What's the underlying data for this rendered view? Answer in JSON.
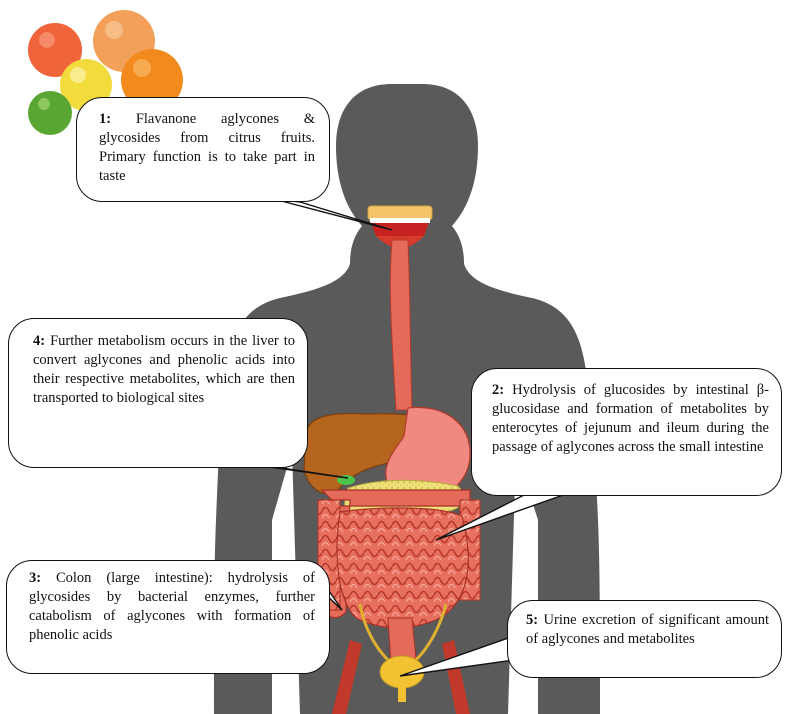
{
  "callouts": {
    "c1": {
      "num": "1:",
      "text": "Flavanone aglycones & glycosides from citrus fruits. Primary function is to take part in taste"
    },
    "c2": {
      "num": "2:",
      "text": "Hydrolysis of glucosides by intestinal β-glucosidase and formation of metabolites by enterocytes of jejunum and ileum during the passage of aglycones across the small intestine"
    },
    "c3": {
      "num": "3:",
      "text": "Colon (large intestine): hydrolysis of glycosides by bacterial enzymes, further catabolism of aglycones with formation of phenolic acids"
    },
    "c4": {
      "num": "4:",
      "text": "Further metabolism occurs in the liver to convert aglycones and phenolic acids into their respective metabolites, which are then transported to biological sites"
    },
    "c5": {
      "num": "5:",
      "text": "Urine excretion of significant amount of aglycones and metabolites"
    }
  },
  "colors": {
    "body": "#5a5a5a",
    "organ_red": "#e4685a",
    "liver": "#b5651d",
    "stomach": "#f08a80",
    "bladder": "#f2c232"
  }
}
